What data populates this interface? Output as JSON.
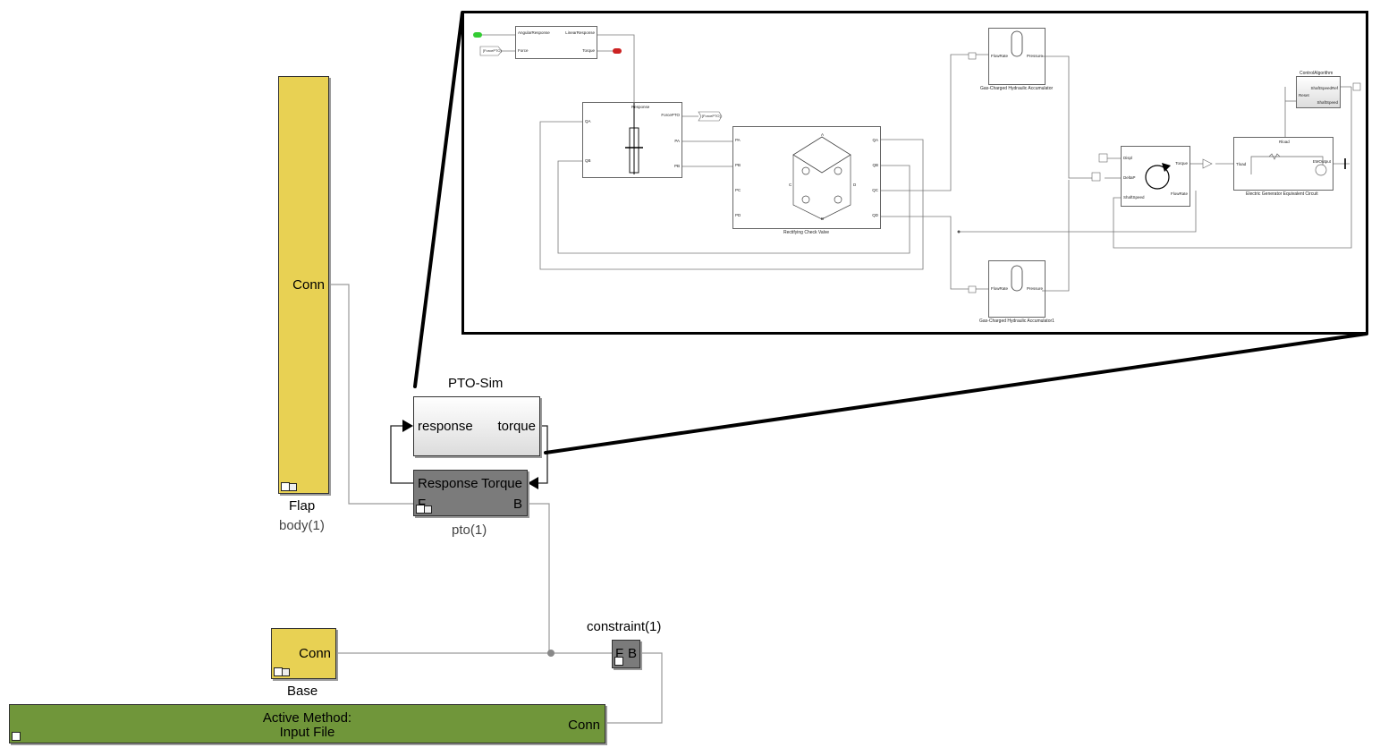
{
  "blocks": {
    "flap": {
      "port": "Conn",
      "name": "Flap",
      "sub": "body(1)"
    },
    "base": {
      "port": "Conn",
      "name": "Base"
    },
    "pto_sim": {
      "title": "PTO-Sim",
      "in_port": "response",
      "out_port": "torque"
    },
    "pto": {
      "in_port": "Response",
      "out_port": "Torque",
      "port_f": "F",
      "port_b": "B",
      "sub": "pto(1)"
    },
    "constraint": {
      "title": "constraint(1)",
      "port_f": "F",
      "port_b": "B"
    },
    "ground": {
      "line1": "Active Method:",
      "line2": "Input File",
      "port": "Conn"
    }
  },
  "inset": {
    "top_block": {
      "in1": "AngularResponse",
      "in2": "Force",
      "out1": "LinearResponse",
      "out2": "Torque"
    },
    "tag_from_force": "[ForcePTO]",
    "tag_goto_force": "[ForcePTO]",
    "cylinder": {
      "p1": "QA",
      "p2": "QB",
      "out1": "PA",
      "out2": "PB",
      "out3": "ForcePTO",
      "top": "Response"
    },
    "check_valve": {
      "caption": "Rectifying Check Valve",
      "l1": "PA",
      "l2": "PB",
      "l3": "PC",
      "l4": "PD",
      "r1": "QA",
      "r2": "QB",
      "r3": "QC",
      "r4": "QD",
      "nA": "A",
      "nB": "B",
      "nC": "C",
      "nD": "D"
    },
    "acc_top": {
      "caption": "Gas-Charged Hydraulic Accumulator",
      "in": "FlowRate",
      "out": "Pressure"
    },
    "acc_bottom": {
      "caption": "Gas-Charged Hydraulic Accumulator1",
      "in": "FlowRate",
      "out": "Pressure"
    },
    "motor": {
      "in1": "Displ",
      "in2": "DeltaP",
      "in3": "ShaftSpeed",
      "out1": "Torque",
      "out2": "FlowRate"
    },
    "generator": {
      "caption": "Electric Generator Equivalent Circuit",
      "in": "Tload",
      "out": "EMOutput",
      "top": "Rload"
    },
    "control": {
      "caption": "ControlAlgorithm",
      "in": "Reset",
      "out1": "ShaftSpeedRef",
      "out2": "ShaftSpeed"
    }
  }
}
